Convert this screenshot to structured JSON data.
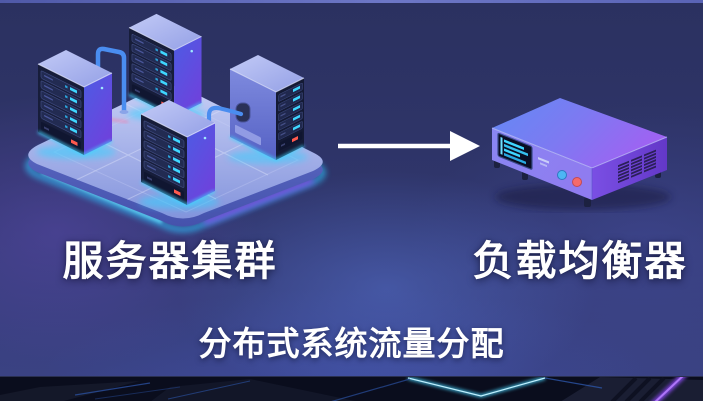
{
  "scene": {
    "title_left": "服务器集群",
    "title_right": "负载均衡器",
    "caption": "分布式系统流量分配"
  },
  "icons": {
    "left_illustration": "server-cluster-3d",
    "connector": "arrow-right",
    "right_illustration": "load-balancer-3d",
    "bottom_strip": "circuit-board"
  },
  "illustration_details": {
    "server_cluster": {
      "server_count": 4,
      "drive_bays_per_server": 5,
      "platform": "isometric rounded slab with neon rim"
    },
    "load_balancer": {
      "screen": "mini display with cyan bars",
      "buttons": [
        "blue",
        "red"
      ],
      "side": "vent grille"
    }
  },
  "colors": {
    "background_top": "#2b3160",
    "background_bottom": "#3a4283",
    "text": "#ffffff",
    "arrow": "#ffffff",
    "neon_cyan": "#3fd6ff",
    "neon_purple": "#8a4bf0",
    "platform_surface": "#b9c4f2",
    "server_face_dark": "#171d3a",
    "server_face_blue": "#4c5ce4",
    "server_top": "#b6c0f0",
    "indicator_cyan": "#3fd6ff",
    "indicator_red": "#ff5a4e",
    "device_top_left": "#628af4",
    "device_top_right": "#9e63f2",
    "device_front": "#8d8cf4",
    "device_side": "#6f46dd",
    "device_button_blue": "#4db6f4",
    "device_button_red": "#f56a6a",
    "circuit_band_bg": "#0a0d1d",
    "circuit_line_cyan": "#49d6ff"
  }
}
